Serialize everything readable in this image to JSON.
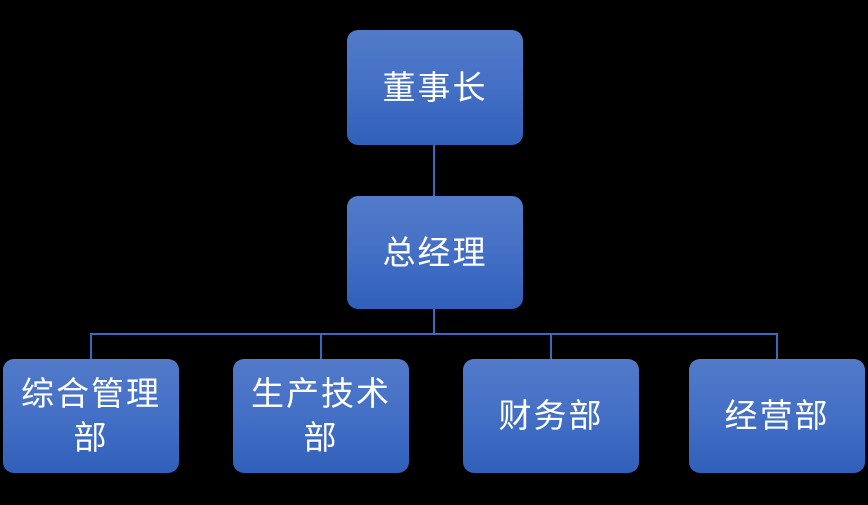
{
  "org": {
    "diagram_type": "org-chart",
    "colors": {
      "background": "#000000",
      "node_fill_top": "#527AC8",
      "node_fill_bottom": "#3060BA",
      "connector": "#3E68C0",
      "text": "#FFFFFF"
    },
    "level1": {
      "label": "董事长",
      "lines": [
        "董事长"
      ]
    },
    "level2": {
      "label": "总经理",
      "lines": [
        "总经理"
      ]
    },
    "level3": [
      {
        "label": "综合管理部",
        "lines": [
          "综合管理",
          "部"
        ]
      },
      {
        "label": "生产技术部",
        "lines": [
          "生产技术",
          "部"
        ]
      },
      {
        "label": "财务部",
        "lines": [
          "财务部"
        ]
      },
      {
        "label": "经营部",
        "lines": [
          "经营部"
        ]
      }
    ],
    "hierarchy": {
      "label": "董事长",
      "children": [
        {
          "label": "总经理",
          "children": [
            {
              "label": "综合管理部"
            },
            {
              "label": "生产技术部"
            },
            {
              "label": "财务部"
            },
            {
              "label": "经营部"
            }
          ]
        }
      ]
    }
  }
}
